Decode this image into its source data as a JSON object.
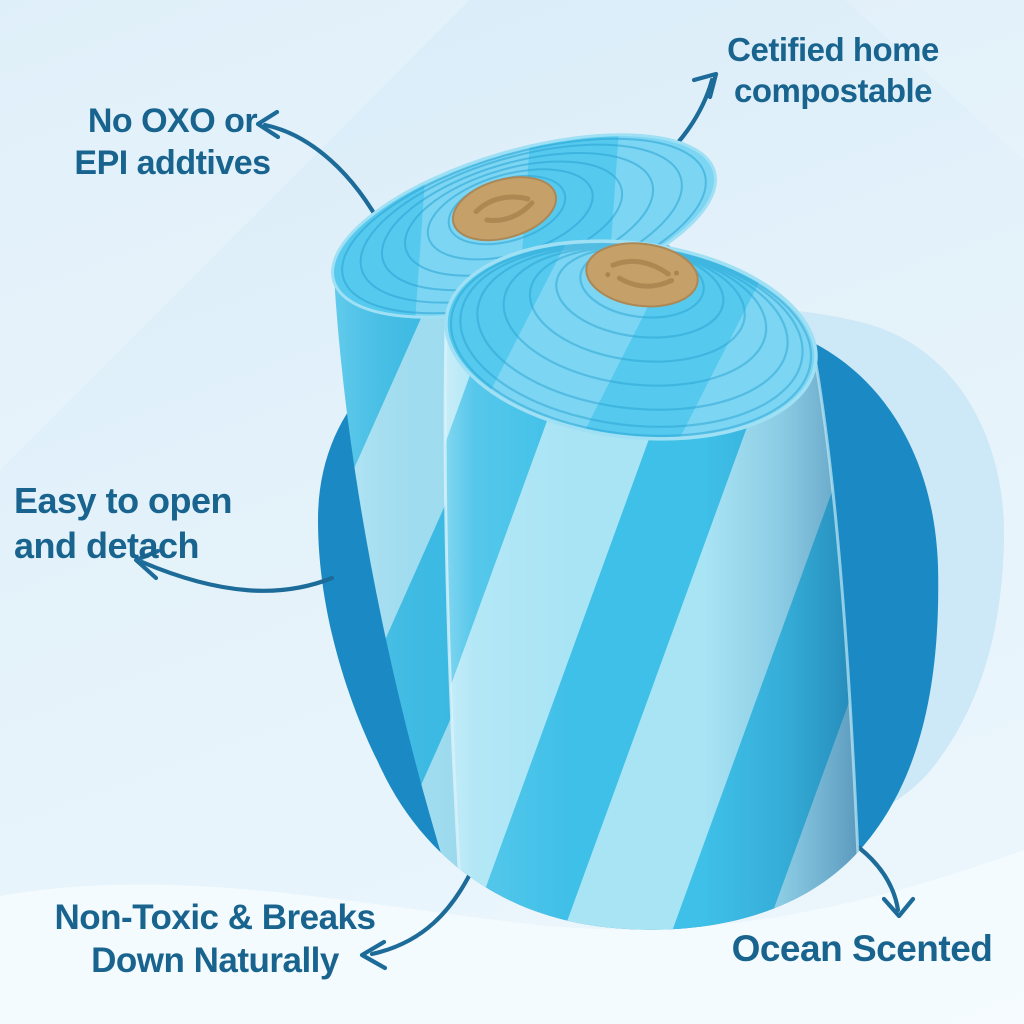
{
  "page": {
    "subject": "Two rolls of blue striped compostable bags with cardboard cores, annotated with feature callouts"
  },
  "colors": {
    "text": "#19648F",
    "arrow": "#1C6B99",
    "background_top": "#D7EBF8",
    "background_bottom": "#EDF7FD",
    "wave": "#F6FBFE",
    "light_blob": "#CDE8F6",
    "dark_blob": "#1B8AC4",
    "stripe_medium": "#3FC0E8",
    "stripe_light": "#A9E4F5",
    "roll_top": "#55C9EE",
    "ring_line": "#2BA4D4",
    "core_cardboard": "#C5A069"
  },
  "callouts": [
    {
      "id": "certified-home-compostable",
      "lines": [
        "Cetified home",
        "compostable"
      ]
    },
    {
      "id": "no-oxo-epi-additives",
      "lines": [
        "No OXO or",
        "EPI addtives"
      ]
    },
    {
      "id": "easy-to-open-and-detach",
      "lines": [
        "Easy to open",
        "and detach"
      ]
    },
    {
      "id": "non-toxic-breaks-down",
      "lines": [
        "Non-Toxic & Breaks",
        "Down Naturally"
      ]
    },
    {
      "id": "ocean-scented",
      "lines": [
        "Ocean Scented"
      ]
    }
  ]
}
